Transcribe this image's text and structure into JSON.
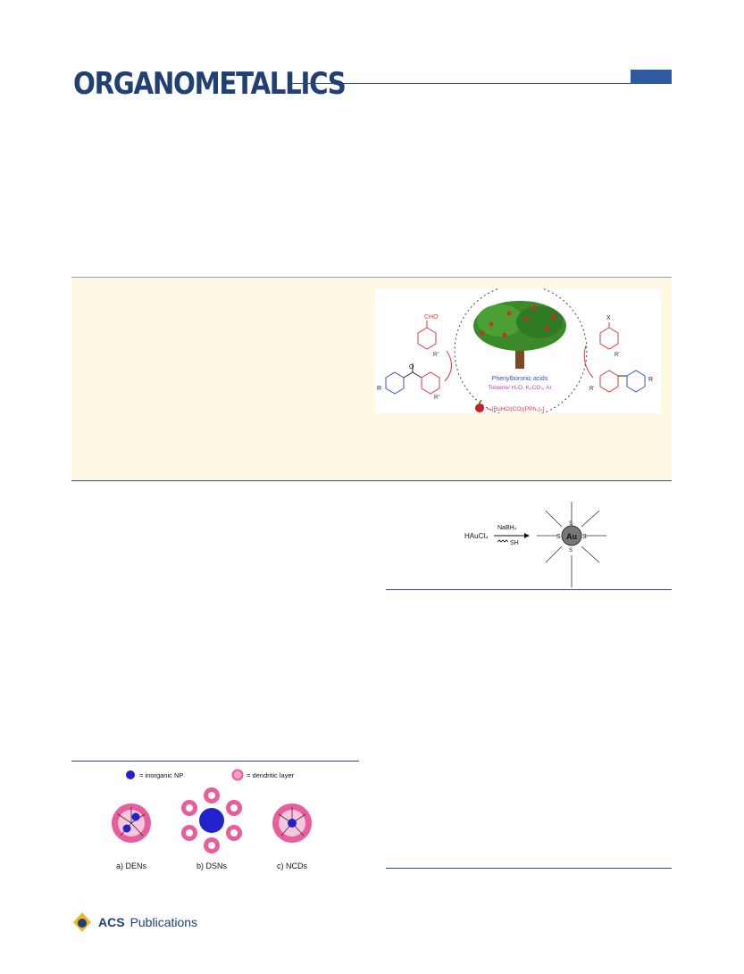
{
  "header": {
    "journal": "ORGANOMETALLICS"
  },
  "toc_graphic": {
    "left_group": "CHO",
    "left_sub": "R\"",
    "left_R": "R",
    "right_group": "X",
    "right_sub": "R'",
    "right_R": "R",
    "reagent": "Phenylboronic acids",
    "conditions": "Toluene/ H₂O, K₂CO₃, Ar",
    "catalyst": "= [RuHCl(CO)(PPh₃)₃]"
  },
  "au_scheme": {
    "reactant": "HAuCl₄",
    "reagent_top": "NaBH₄",
    "reagent_bottom": "SH",
    "center": "Au",
    "ligand_atom": "S"
  },
  "dendrimer_fig": {
    "legend_np": "= inorganic NP",
    "legend_layer": "= dendritic layer",
    "label_a": "a) DENs",
    "label_b": "b) DSNs",
    "label_c": "c) NCDs"
  },
  "publisher": {
    "brand": "ACS",
    "name": "Publications"
  },
  "colors": {
    "journal_blue": "#1f3f75",
    "abstract_bg": "#fff9e3",
    "reactant_red": "#e0393b",
    "product_blue": "#3a4fd0",
    "conditions_magenta": "#c23ad0",
    "dendrimer_pink": "#e85d9a",
    "np_blue": "#2222cc"
  }
}
